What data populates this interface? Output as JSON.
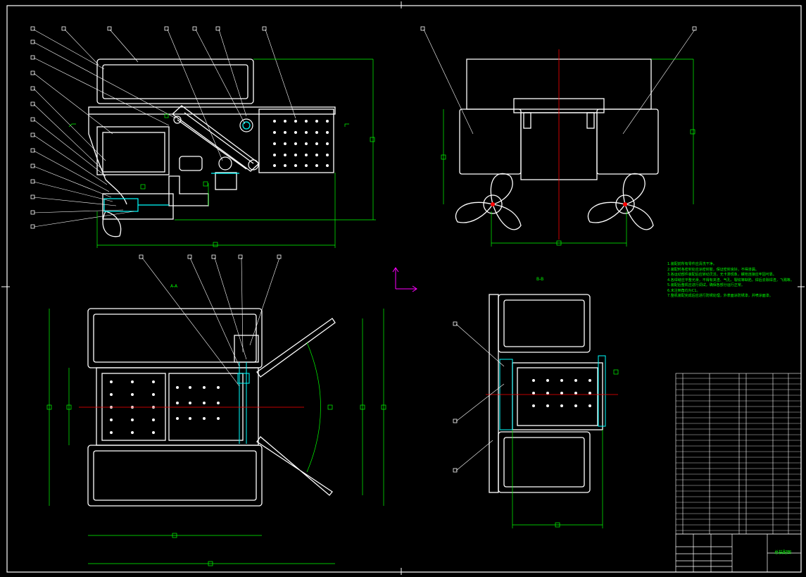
{
  "drawing": {
    "view_labels": {
      "section_a": "A-A",
      "section_b": "B-B"
    },
    "technical_requirements": [
      "1.装配前所有零件应清洗干净。",
      "2.装配时各密封处应涂密封胶，保证密封良好，不得渗漏。",
      "3.各运动部件装配后应转动灵活，无卡滞现象，螺栓连接应牢固可靠。",
      "4.各焊缝应平整光滑，不得有夹渣、气孔、裂纹等缺陷，焊后去除焊渣，飞溅等。",
      "5.装配后整机应进行调试，确保各部分运行正常。",
      "6.未注倒角均为C1。",
      "7.整机装配完成后应进行防锈处理，外表面涂防锈漆，并喷涂面漆。"
    ],
    "title_block": {
      "drawing_name": "总装配图"
    },
    "colors": {
      "background": "#000000",
      "outline": "#ffffff",
      "leader": "#ffffff",
      "dimension": "#00ff00",
      "centerline": "#ff0000",
      "highlight": "#00ffff",
      "ucs": "#ff00ff",
      "frame": "#ffffff"
    }
  }
}
